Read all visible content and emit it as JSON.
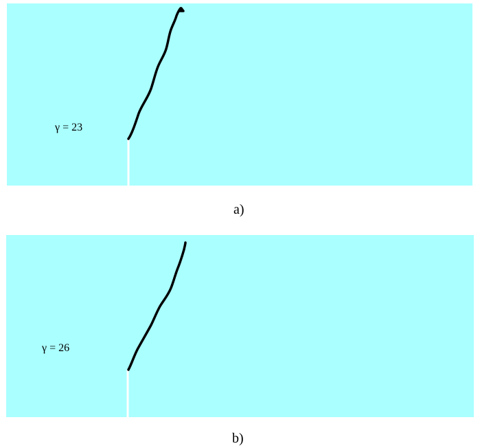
{
  "colors": {
    "background": "#ffffff",
    "specimen": "#aaffff",
    "crack": "#000000",
    "notch": "#ffffff"
  },
  "panels": [
    {
      "gamma_label": "γ = 23",
      "caption": "a)"
    },
    {
      "gamma_label": "γ = 26",
      "caption": "b)"
    }
  ]
}
